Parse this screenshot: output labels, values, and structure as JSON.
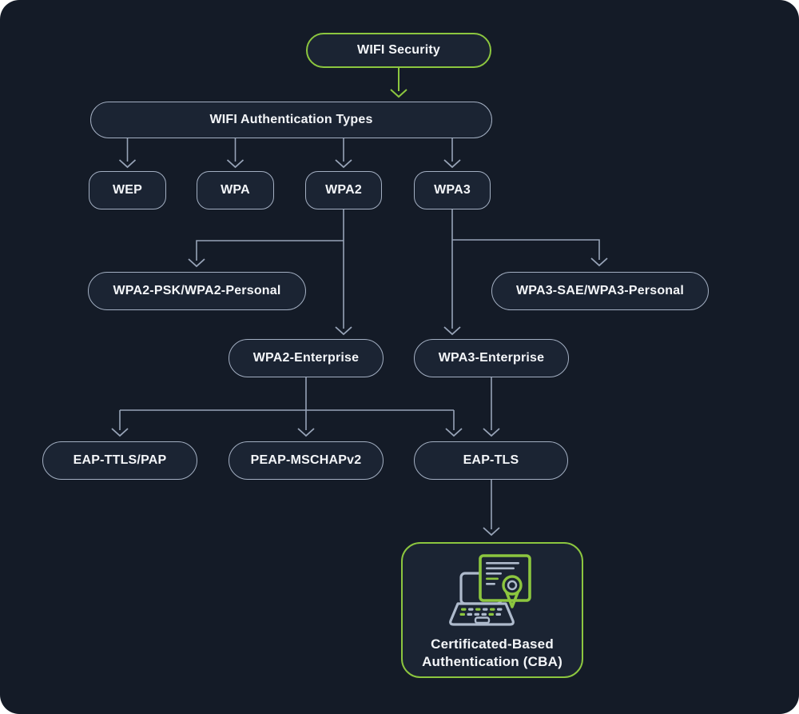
{
  "colors": {
    "page_background": "#FFFFFF",
    "panel_background": "#141B27",
    "node_fill": "#1B2433",
    "node_border": "#A3AFC2",
    "connector": "#97A3B7",
    "accent_green": "#8CC63F",
    "laptop_gray": "#AEBACC",
    "text": "#F4F6F9"
  },
  "diagram": {
    "nodes": {
      "wifi_security": {
        "label": "WIFI Security"
      },
      "wifi_auth_types": {
        "label": "WIFI Authentication Types"
      },
      "wep": {
        "label": "WEP"
      },
      "wpa": {
        "label": "WPA"
      },
      "wpa2": {
        "label": "WPA2"
      },
      "wpa3": {
        "label": "WPA3"
      },
      "wpa2_personal": {
        "label": "WPA2-PSK/WPA2-Personal"
      },
      "wpa3_personal": {
        "label": "WPA3-SAE/WPA3-Personal"
      },
      "wpa2_enterprise": {
        "label": "WPA2-Enterprise"
      },
      "wpa3_enterprise": {
        "label": "WPA3-Enterprise"
      },
      "eap_ttls_pap": {
        "label": "EAP-TTLS/PAP"
      },
      "peap_mschapv2": {
        "label": "PEAP-MSCHAPv2"
      },
      "eap_tls": {
        "label": "EAP-TLS"
      },
      "cba": {
        "label_line1": "Certificated-Based",
        "label_line2": "Authentication (CBA)",
        "icon": "laptop-certificate-icon"
      }
    },
    "edges": [
      {
        "from": "wifi_security",
        "to": "wifi_auth_types",
        "color": "accent_green"
      },
      {
        "from": "wifi_auth_types",
        "to": "wep"
      },
      {
        "from": "wifi_auth_types",
        "to": "wpa"
      },
      {
        "from": "wifi_auth_types",
        "to": "wpa2"
      },
      {
        "from": "wifi_auth_types",
        "to": "wpa3"
      },
      {
        "from": "wpa2",
        "to": "wpa2_personal"
      },
      {
        "from": "wpa2",
        "to": "wpa2_enterprise"
      },
      {
        "from": "wpa3",
        "to": "wpa3_personal"
      },
      {
        "from": "wpa3",
        "to": "wpa3_enterprise"
      },
      {
        "from": "wpa2_enterprise",
        "to": "eap_ttls_pap"
      },
      {
        "from": "wpa2_enterprise",
        "to": "peap_mschapv2"
      },
      {
        "from": "wpa2_enterprise",
        "to": "eap_tls"
      },
      {
        "from": "wpa3_enterprise",
        "to": "eap_tls"
      },
      {
        "from": "eap_tls",
        "to": "cba"
      }
    ]
  }
}
